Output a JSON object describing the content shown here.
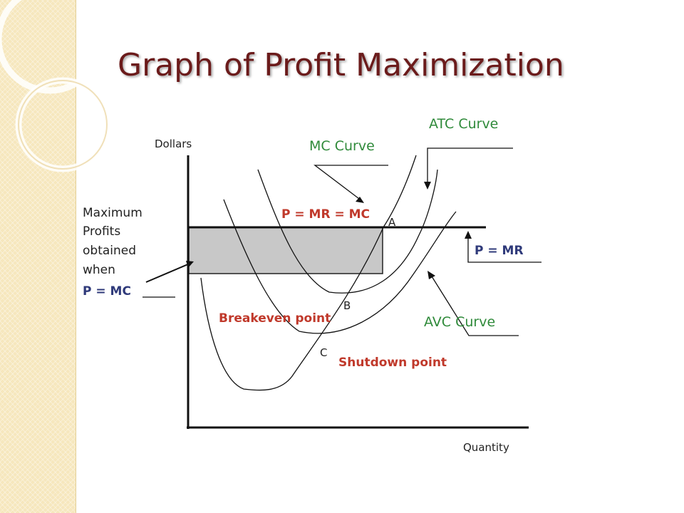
{
  "slide": {
    "title": "Graph of Profit Maximization"
  },
  "diagram": {
    "y_axis_label": "Dollars",
    "x_axis_label": "Quantity",
    "curve_labels": {
      "atc": "ATC Curve",
      "mc": "MC Curve",
      "avc": "AVC Curve"
    },
    "price_line_label": "P = MR",
    "intersection_label": "P = MR = MC",
    "max_profit_note": [
      "Maximum",
      "Profits",
      "obtained",
      "when"
    ],
    "max_profit_condition": "P = MC",
    "points": {
      "a": "A",
      "b": "B",
      "c": "C"
    },
    "breakeven_label": "Breakeven point",
    "shutdown_label": "Shutdown point"
  },
  "colors": {
    "title": "#6b1b1b",
    "curve_label": "#2f8a3a",
    "formula_blue": "#2f3a7a",
    "point_red": "#c0392b",
    "profit_area": "#c8c8c8",
    "side_band": "#f6e7bd"
  }
}
